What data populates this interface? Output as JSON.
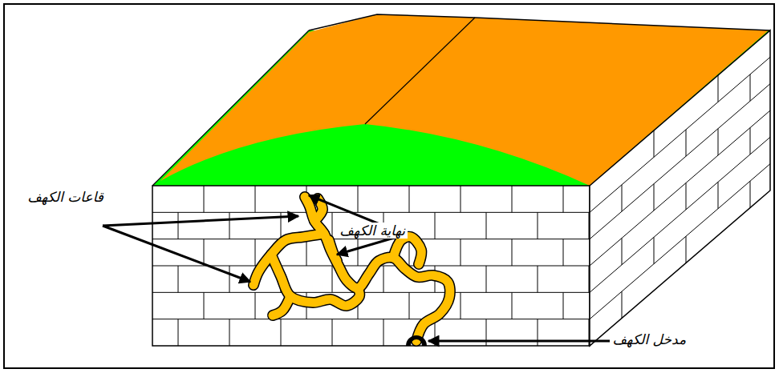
{
  "diagram": {
    "labels": [
      "قاعات الكهف",
      "نهاية الكهف",
      "مدخل الكهف"
    ]
  }
}
